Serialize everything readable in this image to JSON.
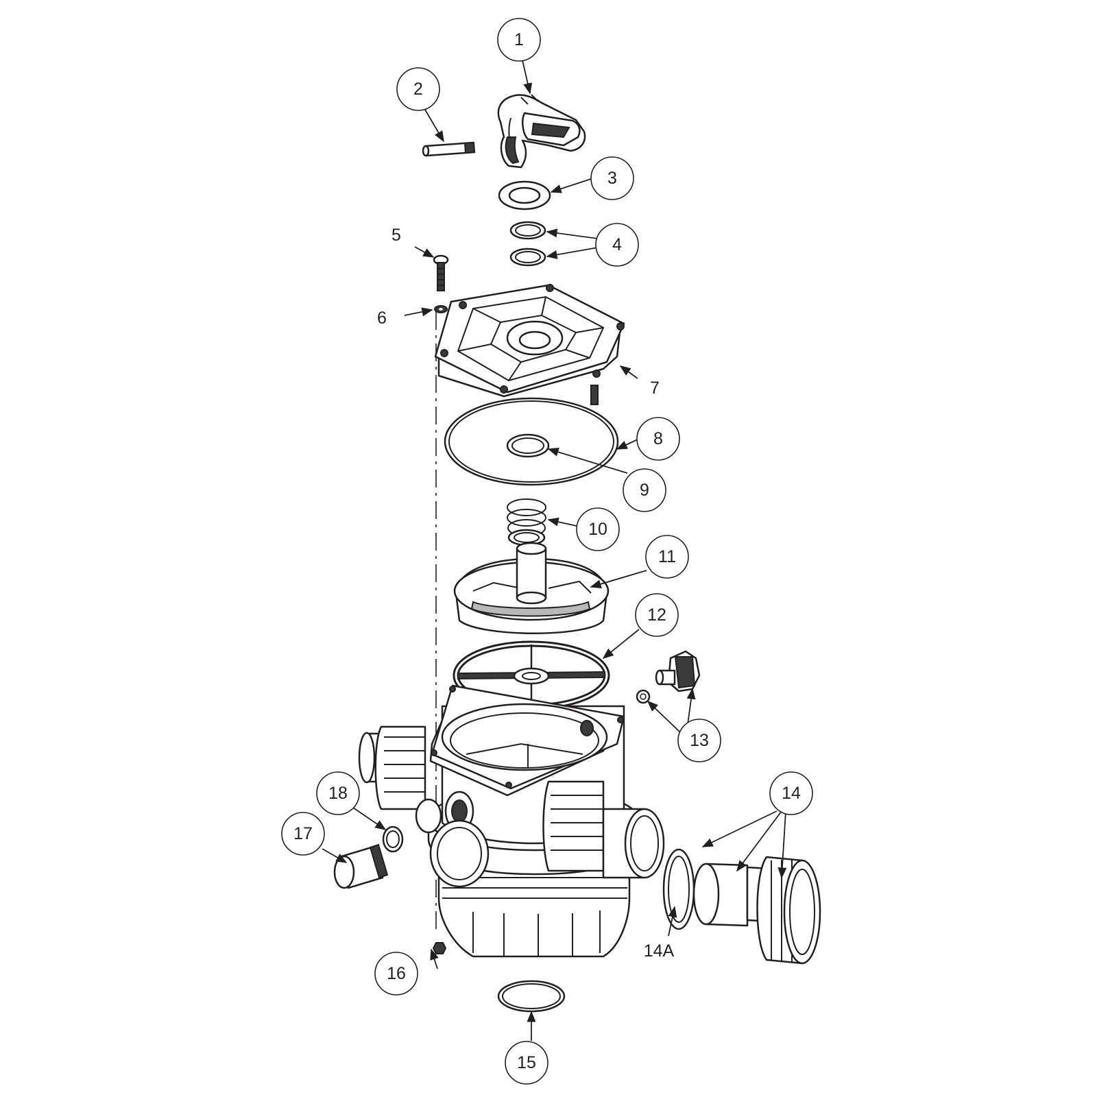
{
  "diagram": {
    "callouts": [
      {
        "id": "1",
        "text": "1"
      },
      {
        "id": "2",
        "text": "2"
      },
      {
        "id": "3",
        "text": "3"
      },
      {
        "id": "4",
        "text": "4"
      },
      {
        "id": "5",
        "text": "5"
      },
      {
        "id": "6",
        "text": "6"
      },
      {
        "id": "7",
        "text": "7"
      },
      {
        "id": "8",
        "text": "8"
      },
      {
        "id": "9",
        "text": "9"
      },
      {
        "id": "10",
        "text": "10"
      },
      {
        "id": "11",
        "text": "11"
      },
      {
        "id": "12",
        "text": "12"
      },
      {
        "id": "13",
        "text": "13"
      },
      {
        "id": "14",
        "text": "14"
      },
      {
        "id": "14A",
        "text": "14A"
      },
      {
        "id": "15",
        "text": "15"
      },
      {
        "id": "16",
        "text": "16"
      },
      {
        "id": "17",
        "text": "17"
      },
      {
        "id": "18",
        "text": "18"
      }
    ]
  }
}
